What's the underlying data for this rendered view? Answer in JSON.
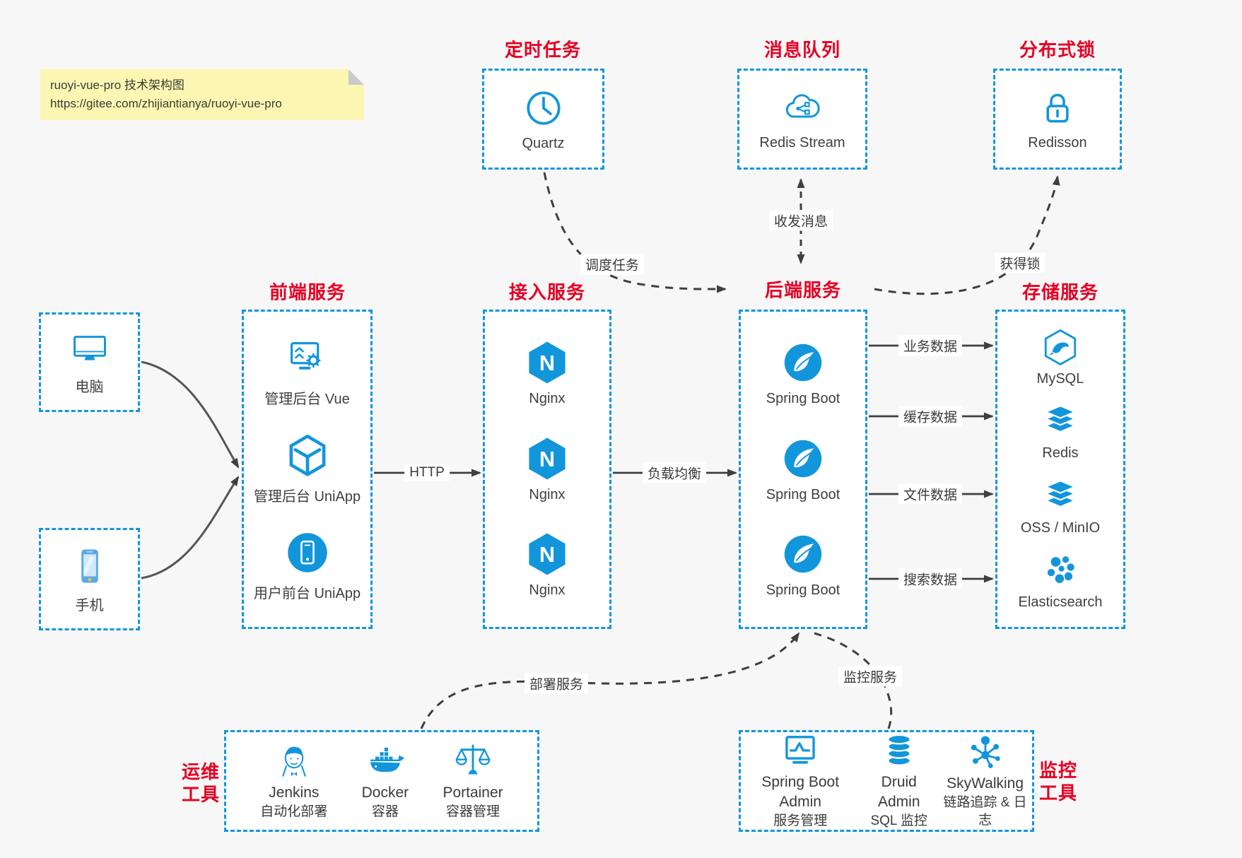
{
  "note": {
    "line1": "ruoyi-vue-pro 技术架构图",
    "line2": "https://gitee.com/zhijiantianya/ruoyi-vue-pro"
  },
  "colors": {
    "accent_blue": "#1296db",
    "title_red": "#e60023",
    "line_dark": "#3f3f3f",
    "note_yellow": "#fbf7b3",
    "page_bg": "#f7f7f8"
  },
  "top_services": [
    {
      "title": "定时任务",
      "item": "Quartz",
      "icon": "clock-icon"
    },
    {
      "title": "消息队列",
      "item": "Redis Stream",
      "icon": "cloud-stream-icon"
    },
    {
      "title": "分布式锁",
      "item": "Redisson",
      "icon": "lock-icon"
    }
  ],
  "clients": [
    {
      "label": "电脑",
      "icon": "desktop-icon"
    },
    {
      "label": "手机",
      "icon": "phone-icon"
    }
  ],
  "frontend": {
    "title": "前端服务",
    "items": [
      "管理后台 Vue",
      "管理后台 UniApp",
      "用户前台 UniApp"
    ]
  },
  "gateway": {
    "title": "接入服务",
    "letter": "N",
    "items": [
      "Nginx",
      "Nginx",
      "Nginx"
    ]
  },
  "backend": {
    "title": "后端服务",
    "items": [
      "Spring Boot",
      "Spring Boot",
      "Spring Boot"
    ]
  },
  "storage": {
    "title": "存储服务",
    "items": [
      "MySQL",
      "Redis",
      "OSS / MinIO",
      "Elasticsearch"
    ]
  },
  "ops": {
    "title_line1": "运维",
    "title_line2": "工具",
    "items": [
      {
        "name": "Jenkins",
        "desc": "自动化部署",
        "icon": "jenkins-icon"
      },
      {
        "name": "Docker",
        "desc": "容器",
        "icon": "docker-whale-icon"
      },
      {
        "name": "Portainer",
        "desc": "容器管理",
        "icon": "scales-icon"
      }
    ]
  },
  "monitoring": {
    "title_line1": "监控",
    "title_line2": "工具",
    "items": [
      {
        "name": "Spring Boot Admin",
        "desc": "服务管理",
        "icon": "monitor-pulse-icon"
      },
      {
        "name": "Druid Admin",
        "desc": "SQL 监控",
        "icon": "database-icon"
      },
      {
        "name": "SkyWalking",
        "desc": "链路追踪 & 日志",
        "icon": "node-graph-icon"
      }
    ]
  },
  "edges": {
    "http": "HTTP",
    "load_balance": "负载均衡",
    "schedule": "调度任务",
    "message": "收发消息",
    "lock": "获得锁",
    "business_data": "业务数据",
    "cache_data": "缓存数据",
    "file_data": "文件数据",
    "search_data": "搜索数据",
    "deploy": "部署服务",
    "monitor": "监控服务"
  }
}
